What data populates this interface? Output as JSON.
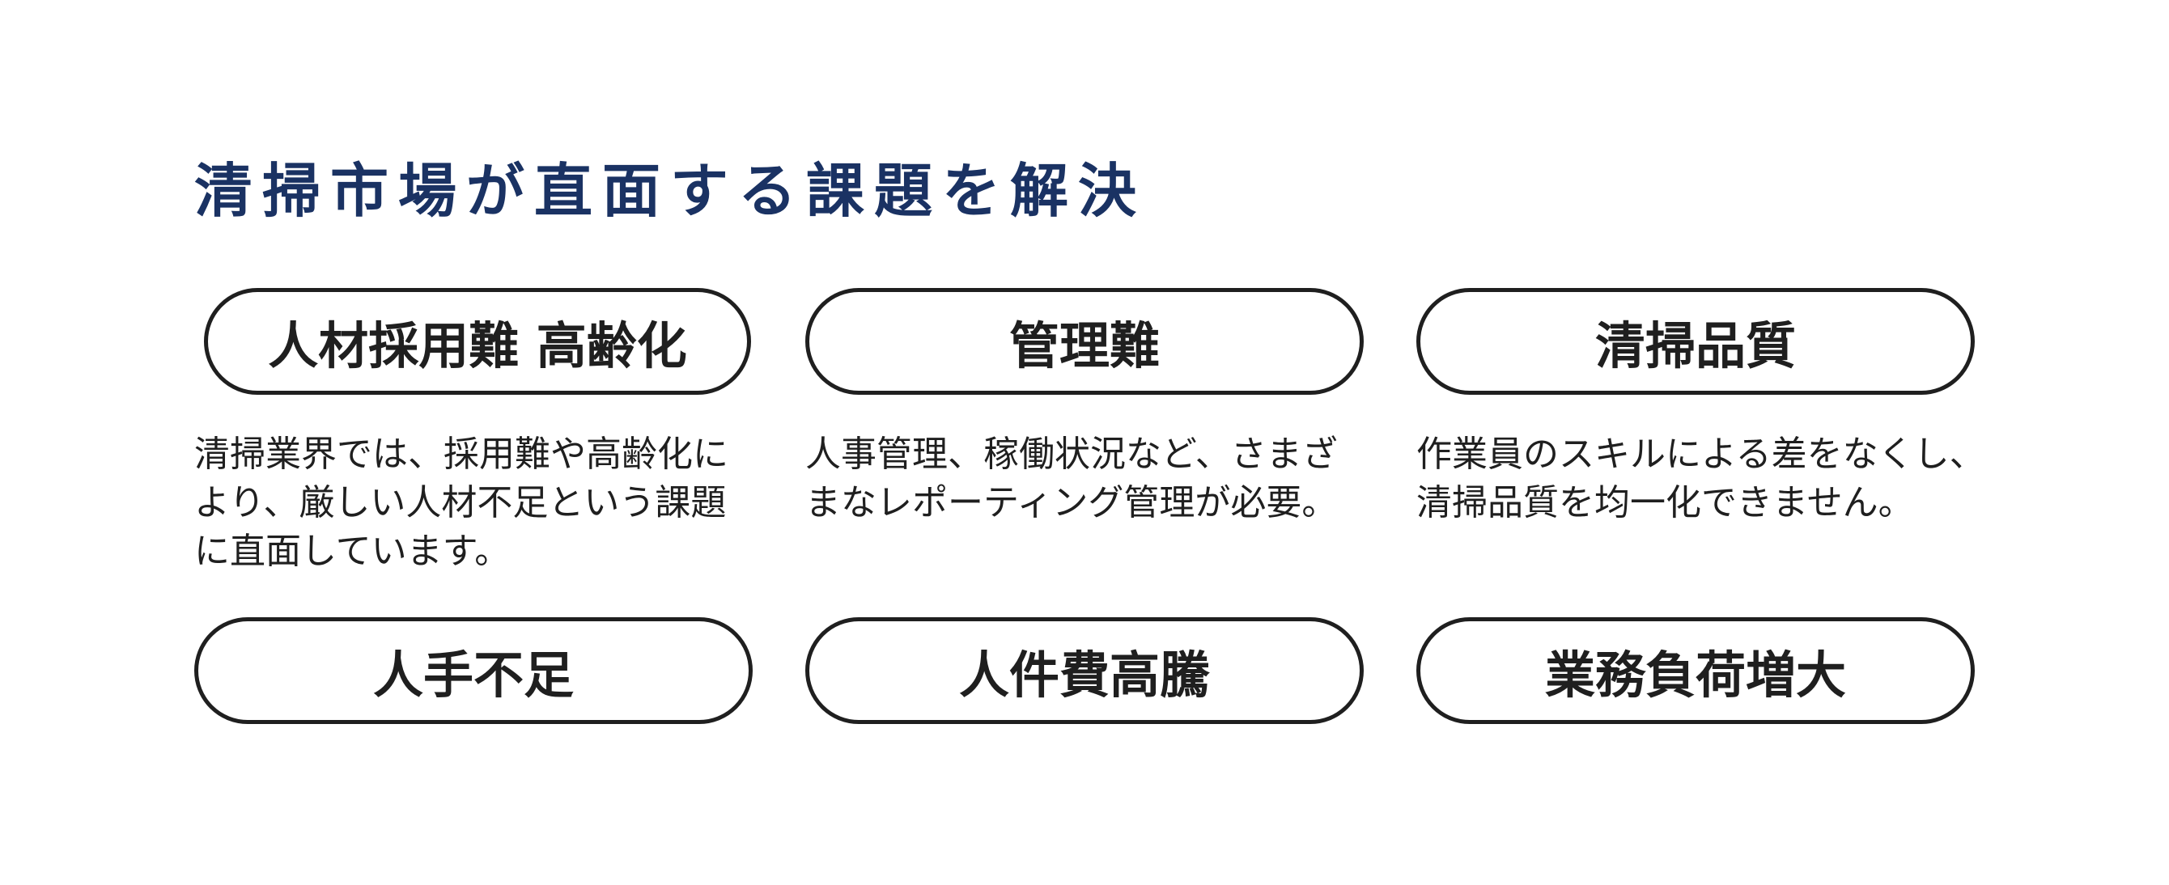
{
  "heading": "清掃市場が直面する課題を解決",
  "issues": [
    {
      "label": "人材採用難 高齢化",
      "description_lines": [
        "清掃業界では、採用難や高齢化に",
        "より、厳しい人材不足という課題",
        "に直面しています。"
      ]
    },
    {
      "label": "管理難",
      "description_lines": [
        "人事管理、稼働状況など、さまざ",
        "まなレポーティング管理が必要。"
      ]
    },
    {
      "label": "清掃品質",
      "description_lines": [
        "作業員のスキルによる差をなくし、",
        "清掃品質を均一化できません。"
      ]
    }
  ],
  "tags": [
    "人手不足",
    "人件費高騰",
    "業務負荷増大"
  ],
  "colors": {
    "heading": "#1a3263",
    "text": "#1f1f1f",
    "pill_border": "#1f1f1f",
    "background": "#ffffff"
  }
}
